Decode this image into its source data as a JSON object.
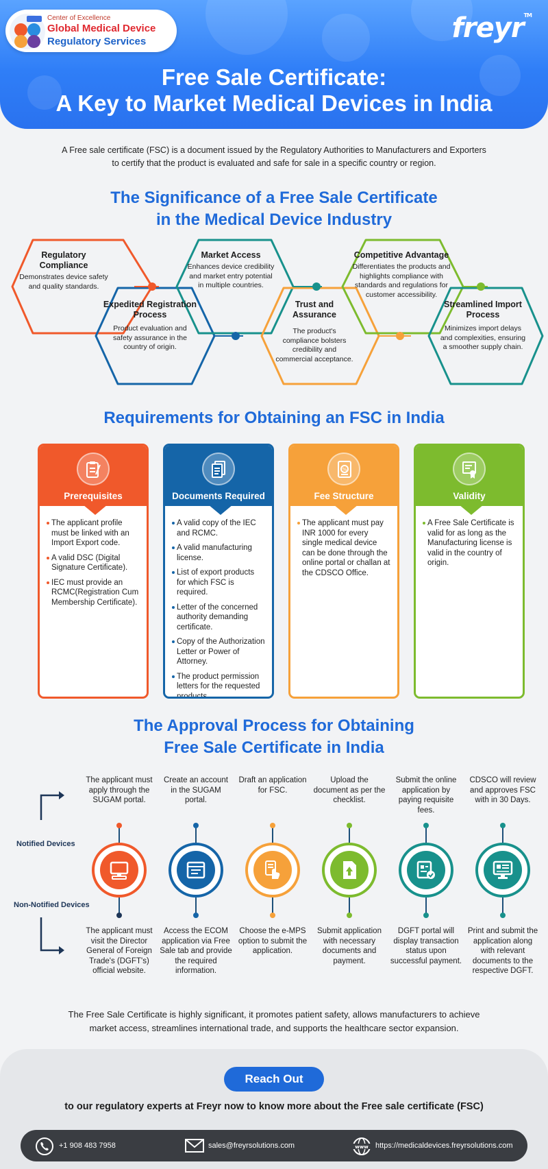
{
  "header": {
    "coe_small": "Center of Excellence",
    "coe_title": "Global Medical Device",
    "coe_sub": "Regulatory Services",
    "brand": "freyr",
    "brand_tm": "TM",
    "title_line1": "Free Sale Certificate:",
    "title_line2": "A Key to Market Medical Devices in India"
  },
  "intro": "A Free sale certificate (FSC) is a document issued by the Regulatory Authorities to Manufacturers and Exporters to certify that the product is evaluated and safe for sale in a specific country or region.",
  "significance": {
    "title_line1": "The Significance of a Free Sale Certificate",
    "title_line2": "in the Medical Device Industry",
    "items": [
      {
        "title": "Regulatory Compliance",
        "desc": "Demonstrates device safety and quality standards."
      },
      {
        "title": "Expedited Registration Process",
        "desc": "Product evaluation and safety assurance in the country of origin."
      },
      {
        "title": "Market Access",
        "desc": "Enhances device credibility and market entry potential in multiple countries."
      },
      {
        "title": "Trust and Assurance",
        "desc": "The product's compliance bolsters credibility and commercial acceptance."
      },
      {
        "title": "Competitive Advantage",
        "desc": "Differentiates the products and highlights compliance with standards and regulations for customer accessibility."
      },
      {
        "title": "Streamlined Import Process",
        "desc": "Minimizes import delays and complexities, ensuring a smoother supply chain."
      }
    ]
  },
  "requirements": {
    "title": "Requirements for Obtaining an FSC in India",
    "cards": [
      {
        "title": "Prerequisites",
        "items": [
          "The applicant profile must be linked with an Import Export code.",
          "A valid DSC (Digital Signature Certificate).",
          "IEC must provide an RCMC(Registration Cum Membership Certificate)."
        ]
      },
      {
        "title": "Documents Required",
        "items": [
          "A valid copy of the IEC and RCMC.",
          "A valid manufacturing license.",
          "List of export products for which FSC is required.",
          "Letter of the concerned authority demanding certificate.",
          "Copy of the Authorization Letter or Power of Attorney.",
          "The product permission letters for the requested products."
        ]
      },
      {
        "title": "Fee Structure",
        "items": [
          "The applicant must pay INR 1000 for every single medical device can be done through the online portal or challan at the CDSCO Office."
        ]
      },
      {
        "title": "Validity",
        "items": [
          "A Free Sale Certificate is valid for as long as the Manufacturing license is valid in the country of origin."
        ]
      }
    ]
  },
  "approval": {
    "title_line1": "The Approval Process for Obtaining",
    "title_line2": "Free Sale Certificate in India",
    "notified_label": "Notified Devices",
    "non_notified_label": "Non-Notified Devices",
    "notified_steps": [
      "The applicant must apply through the SUGAM portal.",
      "Create an account in the SUGAM portal.",
      "Draft an application for FSC.",
      "Upload the document as per the checklist.",
      "Submit the online application by paying requisite fees.",
      "CDSCO will review and approves FSC with in 30 Days."
    ],
    "non_notified_steps": [
      "The applicant must visit the Director General of Foreign Trade's (DGFT's) official website.",
      "Access the ECOM application via Free Sale tab and provide the required information.",
      "Choose the e-MPS option to submit the application.",
      "Submit application with necessary documents and payment.",
      "DGFT portal will display transaction status upon successful payment.",
      "Print and submit the application along with relevant documents to the respective DGFT."
    ]
  },
  "closing": "The Free Sale Certificate is highly significant, it promotes patient safety, allows manufacturers to achieve market access, streamlines international trade, and supports the healthcare sector expansion.",
  "footer": {
    "reach_out": "Reach Out",
    "cta": "to our regulatory experts at Freyr now to know more about the Free sale certificate (FSC)",
    "phone": "+1 908 483 7958",
    "email": "sales@freyrsolutions.com",
    "website": "https://medicaldevices.freyrsolutions.com"
  },
  "colors": {
    "orange_red": "#f0592b",
    "blue": "#1565a8",
    "orange": "#f6a13a",
    "green": "#7dbb2e",
    "teal": "#18918c",
    "title_blue": "#1f6ad9"
  }
}
